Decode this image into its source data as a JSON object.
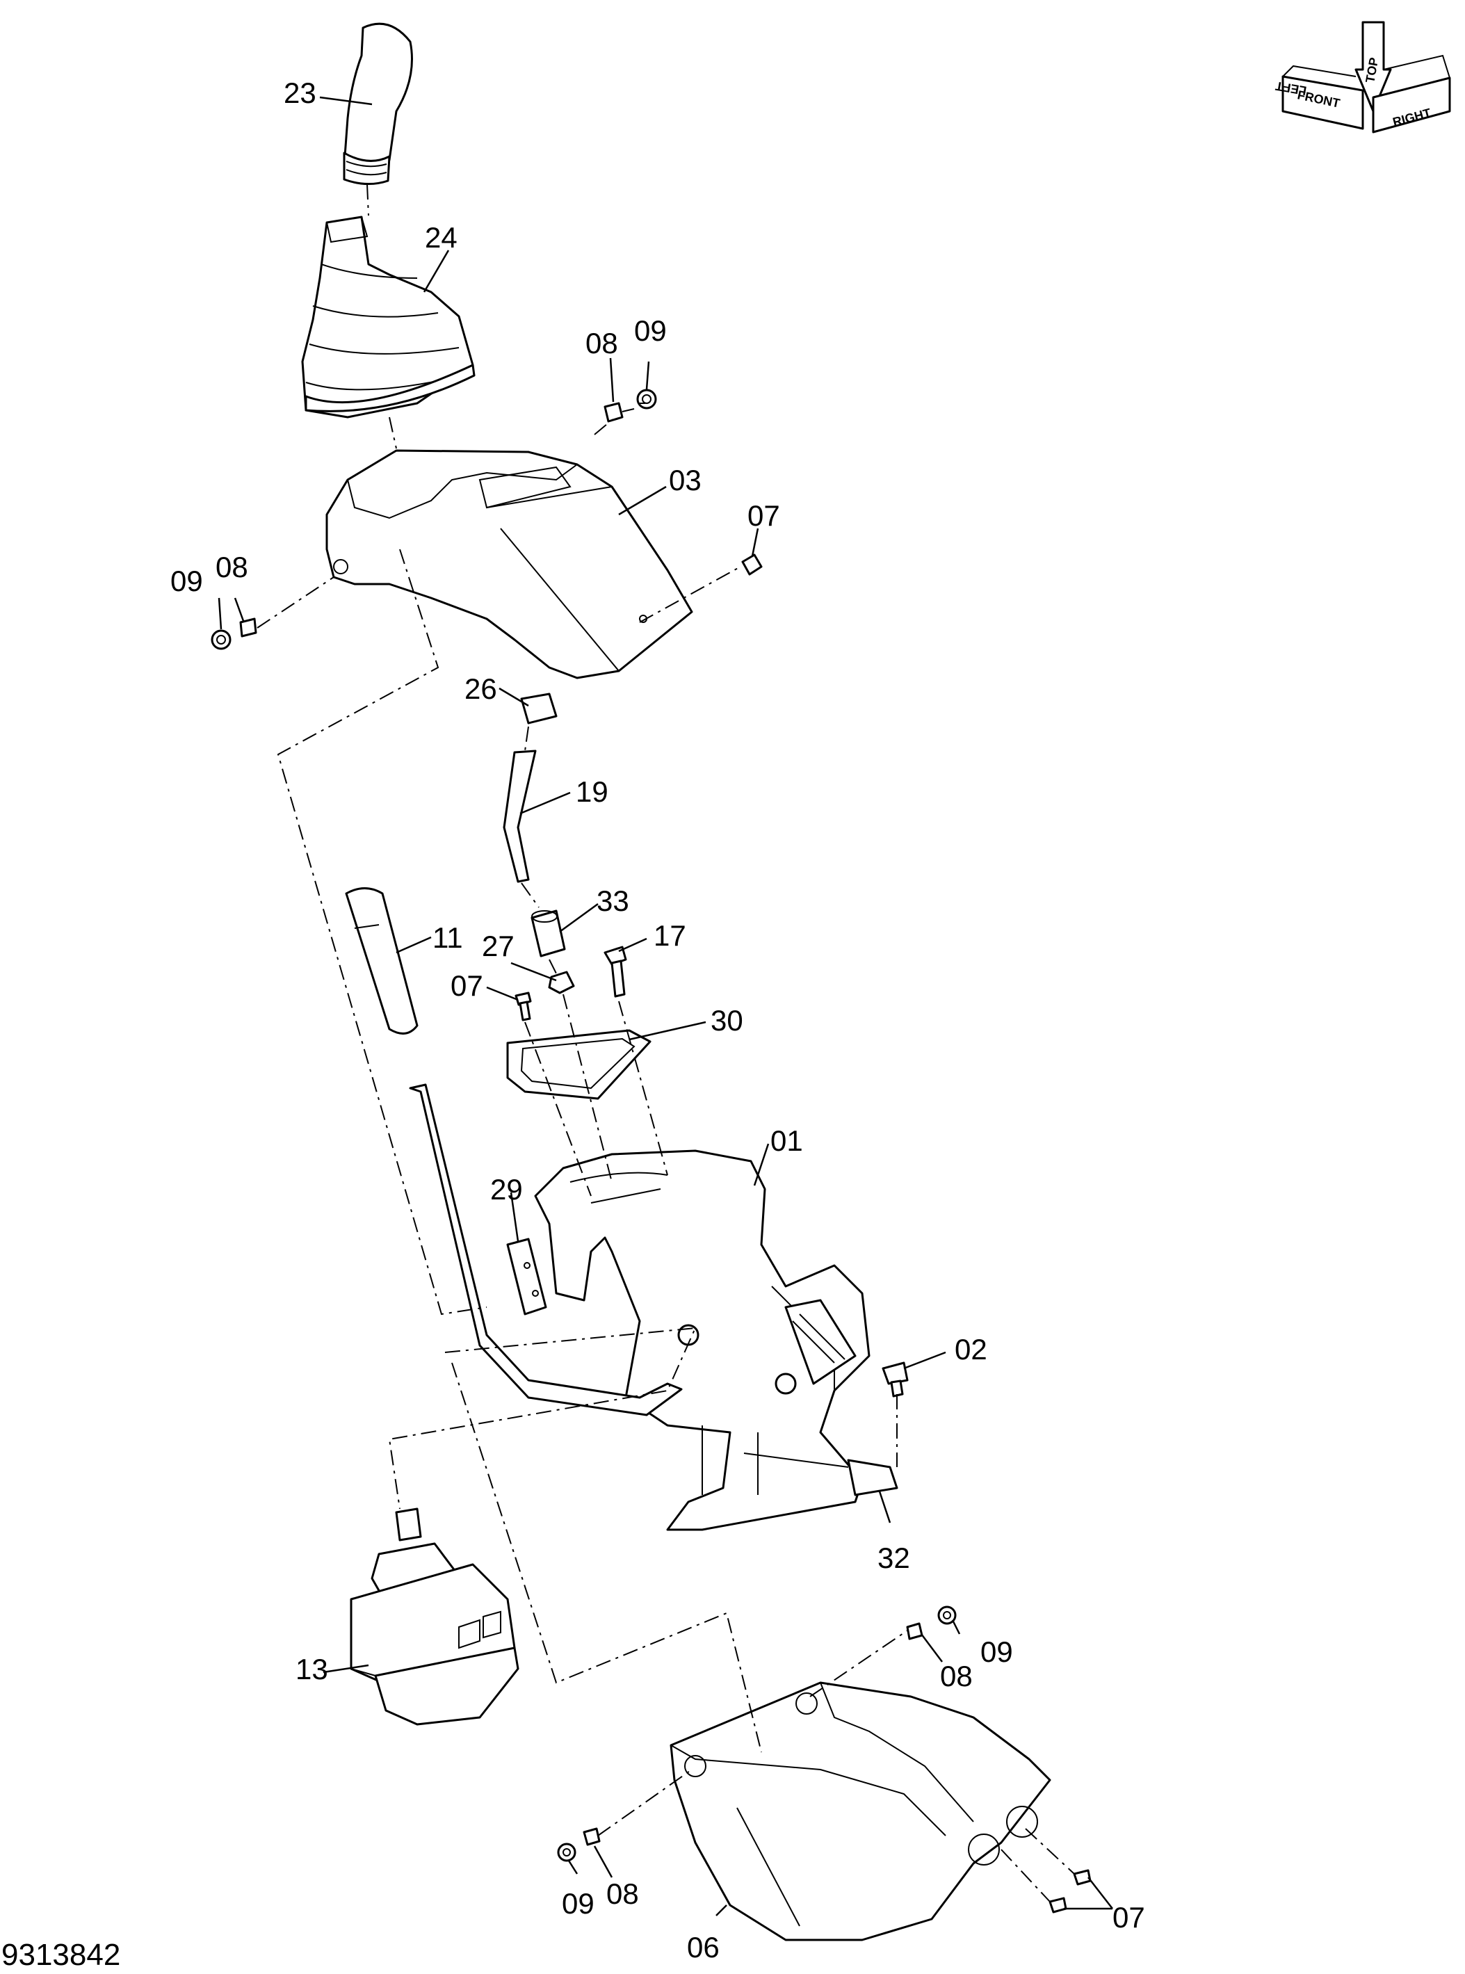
{
  "drawing_number": "9313842",
  "orientation": {
    "top": "TOP",
    "front": "FRONT",
    "right": "RIGHT",
    "left": "LEFT"
  },
  "labels": {
    "p23": "23",
    "p24": "24",
    "p08a": "08",
    "p09a": "09",
    "p03": "03",
    "p07a": "07",
    "p09b": "09",
    "p08b": "08",
    "p26": "26",
    "p19": "19",
    "p33": "33",
    "p11": "11",
    "p27": "27",
    "p17": "17",
    "p07b": "07",
    "p30": "30",
    "p01": "01",
    "p29": "29",
    "p02": "02",
    "p32": "32",
    "p09c": "09",
    "p08c": "08",
    "p13": "13",
    "p09d": "09",
    "p08d": "08",
    "p06": "06",
    "p07c": "07"
  }
}
